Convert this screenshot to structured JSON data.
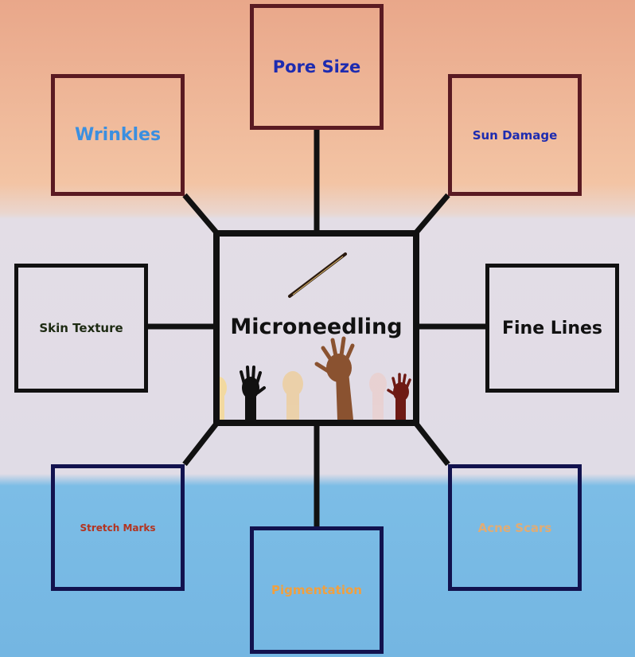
{
  "center": {
    "label": "Microneedling"
  },
  "nodes": {
    "pore_size": {
      "label": "Pore Size",
      "color": "#1d2bb0"
    },
    "wrinkles": {
      "label": "Wrinkles",
      "color": "#3b8fe0"
    },
    "sun_damage": {
      "label": "Sun Damage",
      "color": "#1d2bb0"
    },
    "skin_texture": {
      "label": "Skin Texture",
      "color": "#1d2a12"
    },
    "fine_lines": {
      "label": "Fine Lines",
      "color": "#111111"
    },
    "stretch_marks": {
      "label": "Stretch Marks",
      "color": "#b3331f"
    },
    "pigmentation": {
      "label": "Pigmentation",
      "color": "#f0a040"
    },
    "acne_scars": {
      "label": "Acne Scars",
      "color": "#f2aa62"
    }
  }
}
